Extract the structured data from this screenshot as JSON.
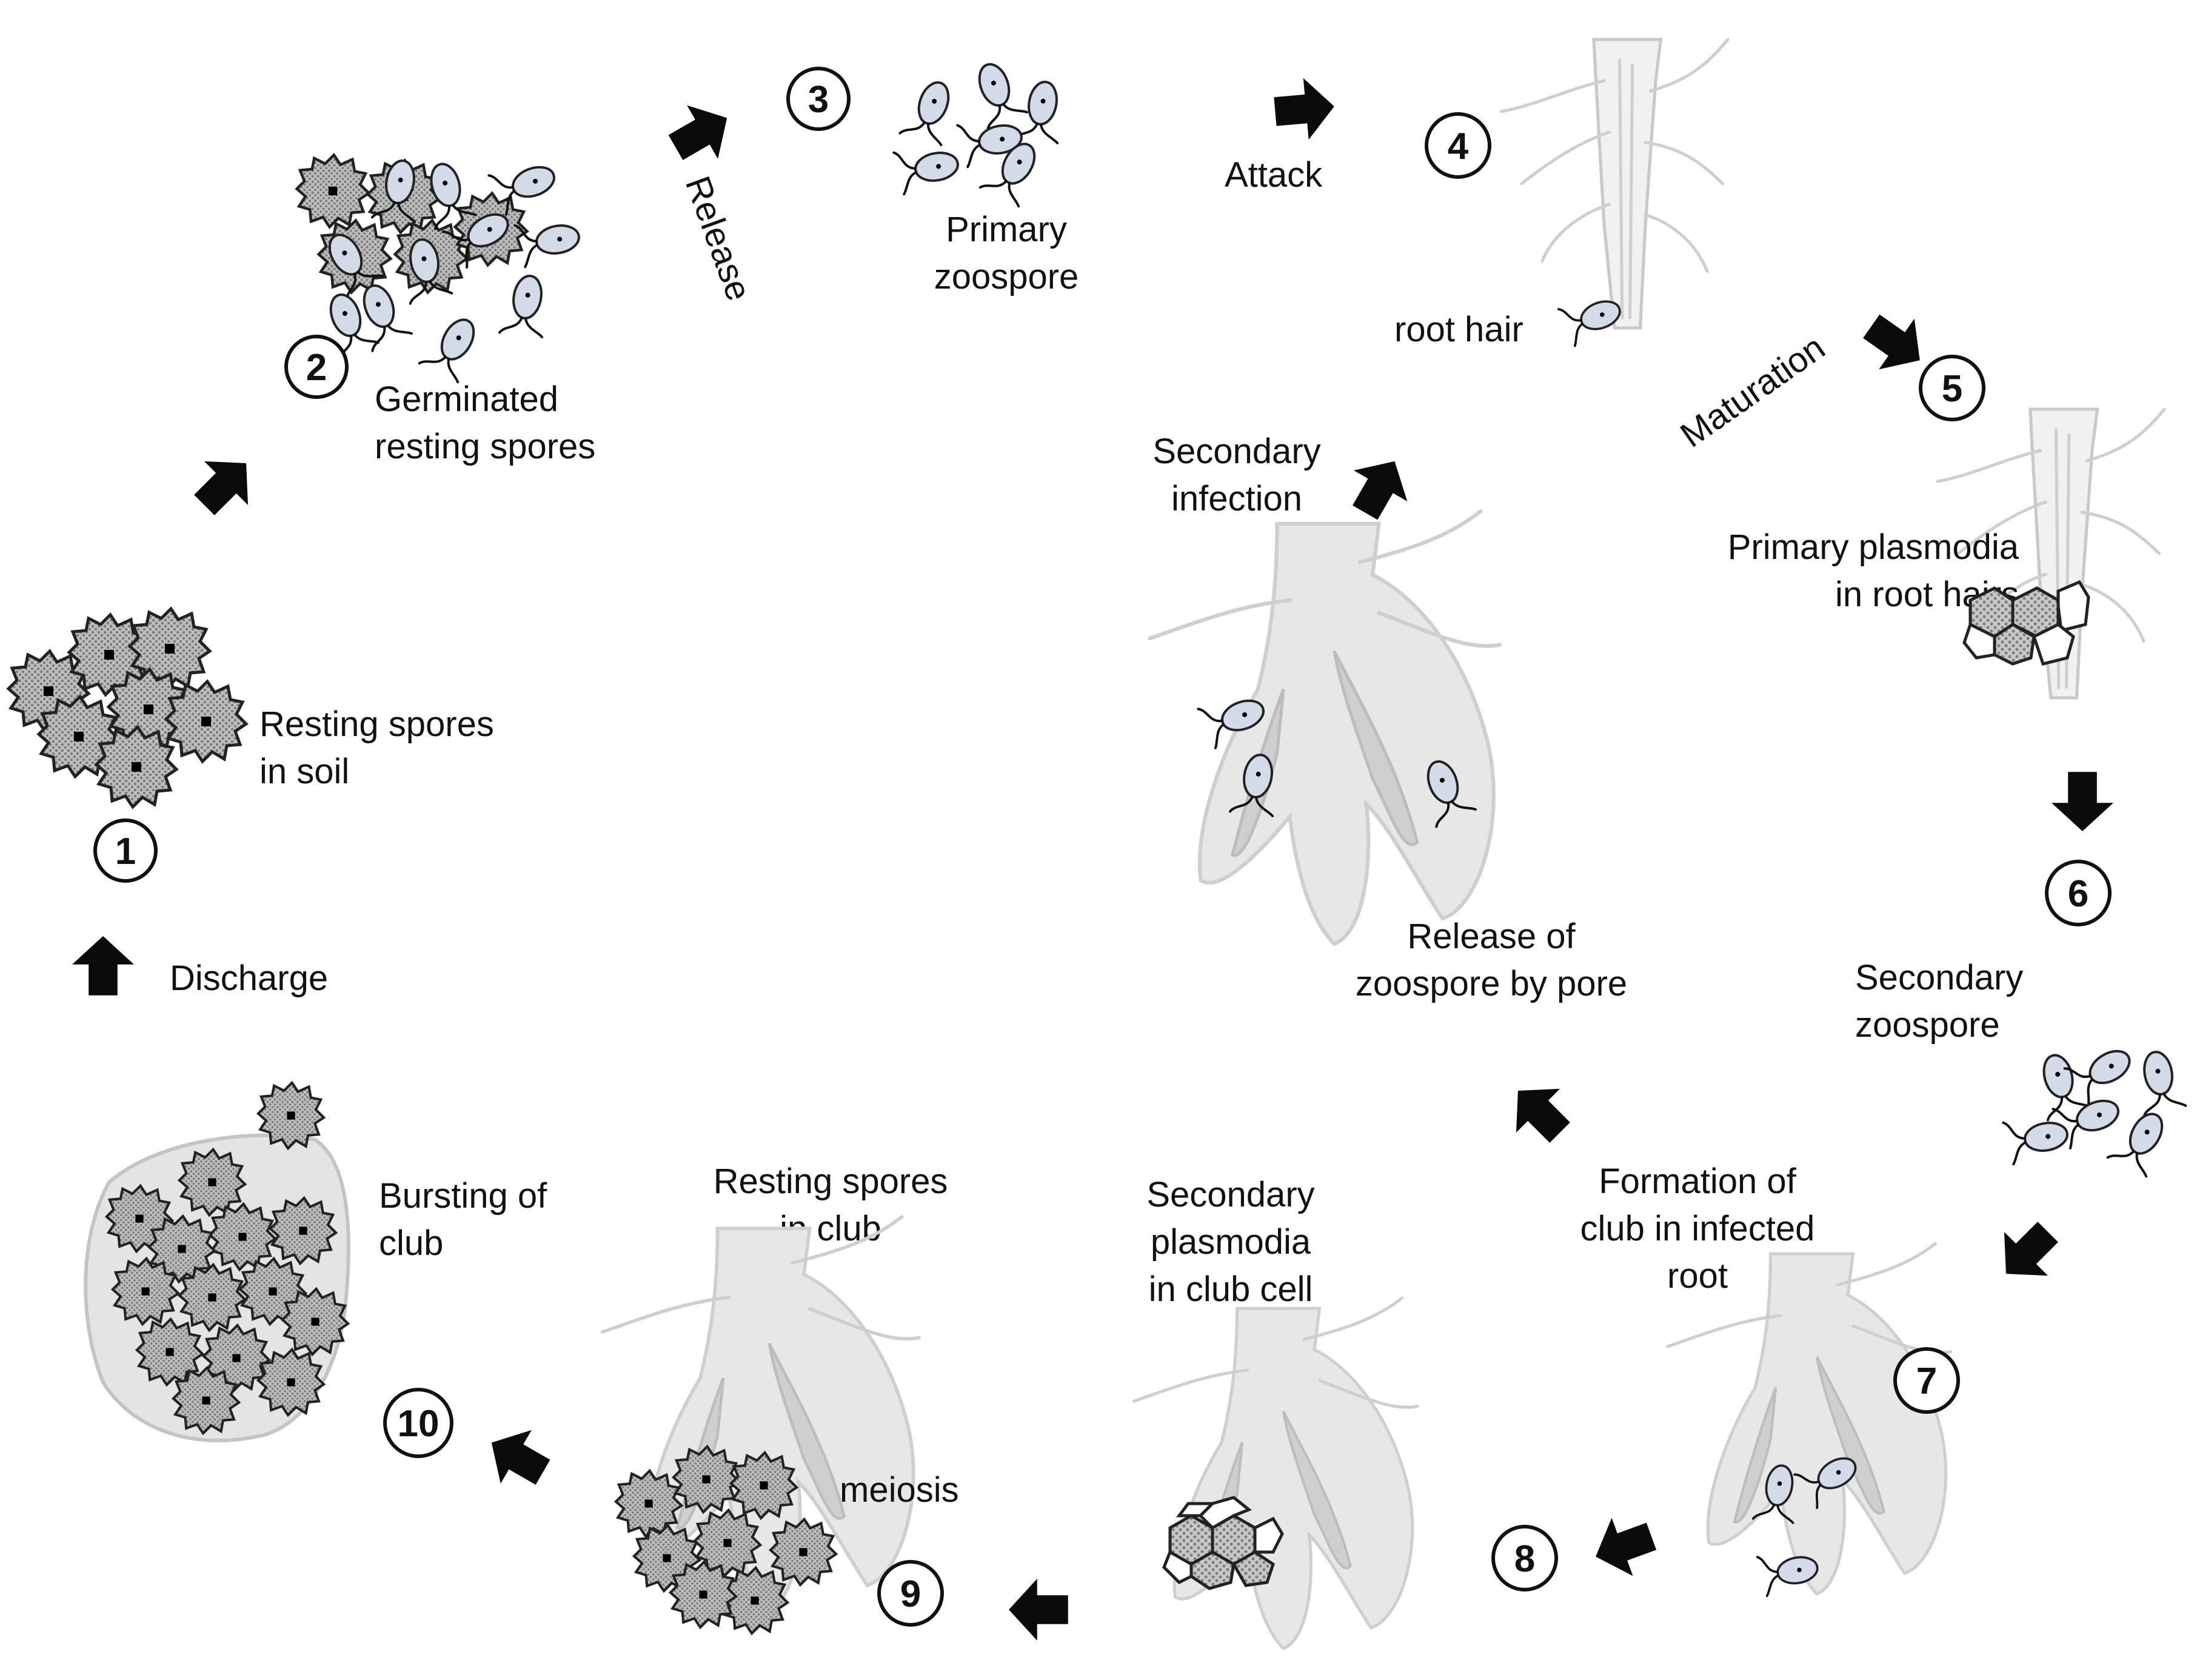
{
  "stages": [
    {
      "number": "1",
      "label": [
        "Resting spores",
        "in soil"
      ]
    },
    {
      "number": "2",
      "label": [
        "Germinated",
        "resting spores"
      ]
    },
    {
      "number": "3",
      "label": [
        "Primary",
        "zoospore"
      ]
    },
    {
      "number": "4",
      "label": [
        "root hair"
      ]
    },
    {
      "number": "5",
      "label": [
        "Primary plasmodia",
        "in root hairs"
      ]
    },
    {
      "number": "6",
      "label": [
        "Secondary",
        "zoospore"
      ]
    },
    {
      "number": "7",
      "label": [
        "Formation of",
        "club in infected",
        "root"
      ]
    },
    {
      "number": "8",
      "label": [
        "Secondary",
        "plasmodia",
        "in club cell"
      ]
    },
    {
      "number": "9",
      "label": [
        "Resting spores",
        "in club"
      ]
    },
    {
      "number": "10",
      "label": [
        "Bursting of",
        "club"
      ]
    }
  ],
  "arrow_labels": {
    "release": "Release",
    "attack": "Attack",
    "maturation": "Maturation",
    "discharge": "Discharge",
    "secondary_infection": [
      "Secondary",
      "infection"
    ],
    "pore_release": [
      "Release of",
      "zoospore by pore"
    ],
    "meiosis": "meiosis"
  }
}
